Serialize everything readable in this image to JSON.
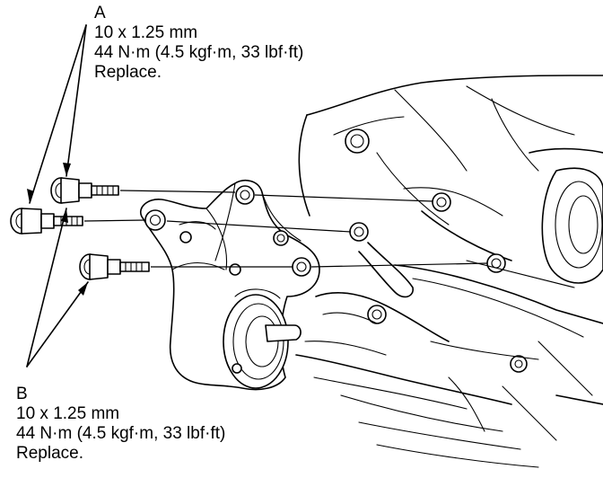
{
  "callouts": {
    "a": {
      "letter": "A",
      "size": "10 x 1.25 mm",
      "torque": "44 N·m (4.5 kgf·m, 33 lbf·ft)",
      "note": "Replace."
    },
    "b": {
      "letter": "B",
      "size": "10 x 1.25 mm",
      "torque": "44 N·m (4.5 kgf·m, 33 lbf·ft)",
      "note": "Replace."
    }
  },
  "colors": {
    "line": "#000000",
    "background": "#ffffff"
  }
}
